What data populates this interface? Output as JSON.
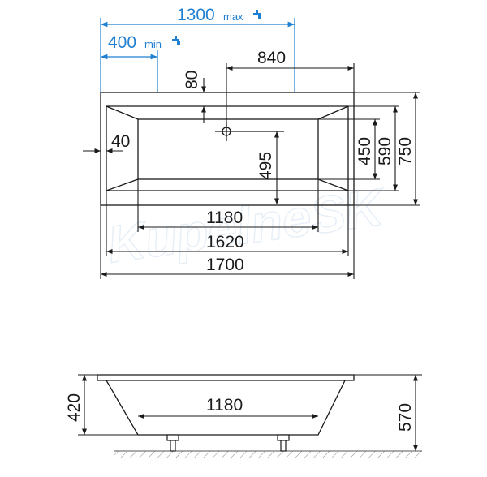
{
  "top_view": {
    "tap_max": {
      "value": "1300",
      "unit": "max"
    },
    "tap_min": {
      "value": "400",
      "unit": "min"
    },
    "dims": {
      "d840": "840",
      "d80": "80",
      "d40": "40",
      "d495": "495",
      "d450": "450",
      "d590": "590",
      "d750": "750",
      "d1180": "1180",
      "d1620": "1620",
      "d1700": "1700"
    }
  },
  "side_view": {
    "dims": {
      "d420": "420",
      "d1180": "1180",
      "d570": "570"
    }
  },
  "watermark": "KupelneSK",
  "colors": {
    "line": "#1a1a1a",
    "accent": "#1f7fd1",
    "watermark": "#e6eef7"
  }
}
